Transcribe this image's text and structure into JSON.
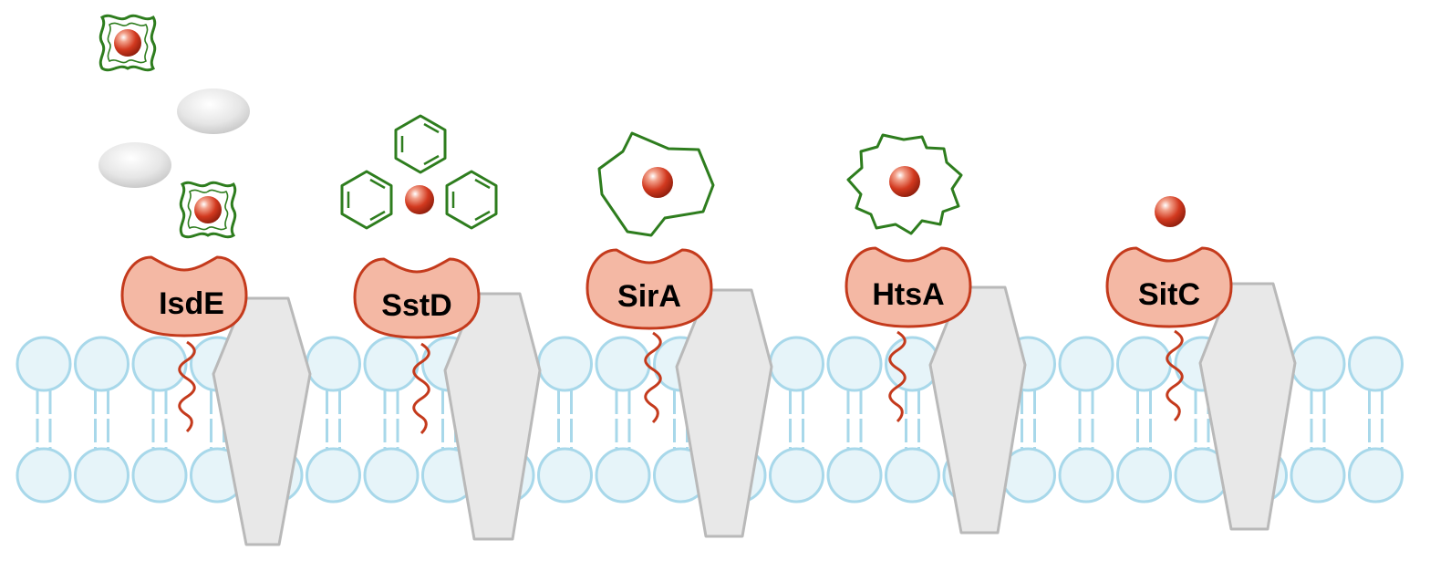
{
  "proteins": [
    {
      "label": "IsdE"
    },
    {
      "label": "SstD"
    },
    {
      "label": "SirA"
    },
    {
      "label": "HtsA"
    },
    {
      "label": "SitC"
    }
  ],
  "ligands": [
    {
      "name": "heme-ligand"
    },
    {
      "name": "staphyloferrin-ligand"
    },
    {
      "name": "siderophore-ligand"
    },
    {
      "name": "hydroxamate-ligand"
    },
    {
      "name": "free-iron-ion"
    }
  ],
  "colors": {
    "membrane_fill": "#e6f4f9",
    "membrane_stroke": "#a8d8ea",
    "transporter_fill": "#e8e8e8",
    "transporter_stroke": "#b9b9b9",
    "protein_fill": "#f4b8a4",
    "protein_stroke": "#c43a1c",
    "anchor": "#c43a1c",
    "ligand_ring": "#2e7d1e",
    "iron": "#c8321c"
  }
}
